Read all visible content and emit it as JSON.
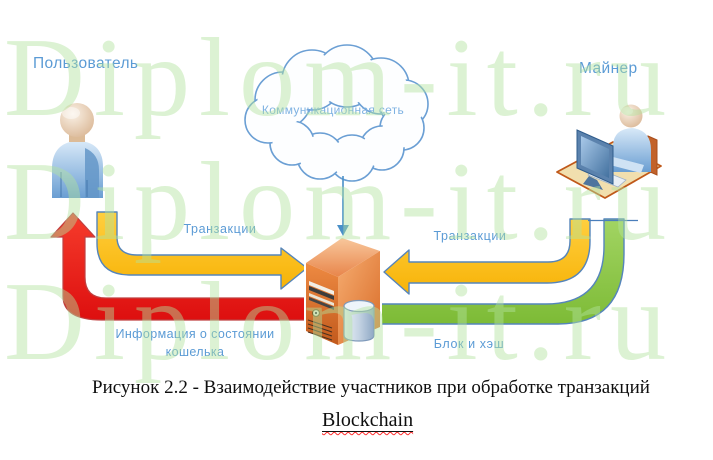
{
  "figure": {
    "actors": {
      "user_label": "Пользователь",
      "miner_label": "Майнер"
    },
    "cloud": {
      "label": "Коммуникационная сеть"
    },
    "arrows": {
      "transactions_left": "Транзакции",
      "transactions_right": "Транзакции",
      "wallet_info_line1": "Информация о состоянии",
      "wallet_info_line2": "кошелька",
      "block_hash": "Блок и хэш"
    },
    "caption": {
      "line1": "Рисунок 2.2 - Взаимодействие участников при обработке транзакций",
      "line2": "Blockchain"
    },
    "watermark": {
      "text": "Diplom-it.ru"
    },
    "colors": {
      "label_blue": "#5B9BD5",
      "cloud_label_blue": "#7FB2E2",
      "arrow_yellow": "#FCBF13",
      "arrow_red": "#EC1B1B",
      "arrow_green": "#8CC949",
      "arrow_outline_blue": "#5585BB",
      "server_orange": "#E07A33",
      "watermark_green": "#DFF3D6"
    }
  }
}
